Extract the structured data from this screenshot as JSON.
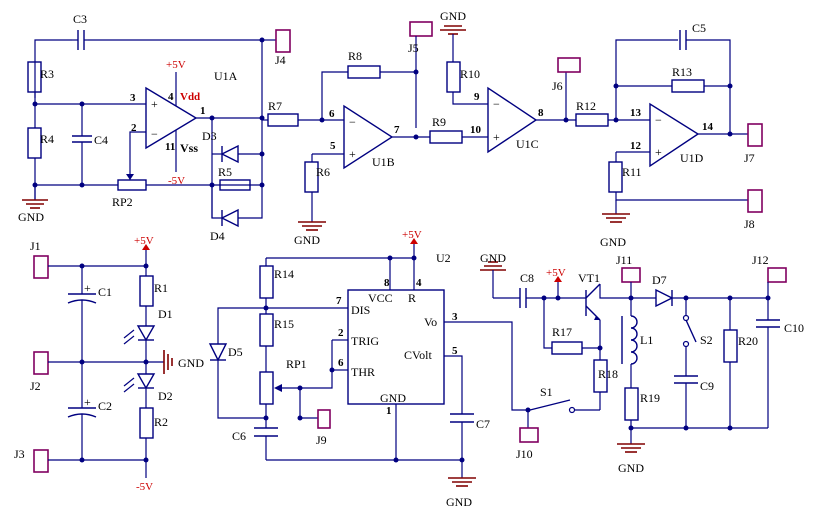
{
  "labels": {
    "C3": "C3",
    "R3": "R3",
    "R4": "R4",
    "C4": "C4",
    "U1A": "U1A",
    "plus5a": "+5V",
    "vdd": "Vdd",
    "vss": "Vss",
    "minus5a": "-5V",
    "D3": "D3",
    "R5": "R5",
    "D4": "D4",
    "RP2": "RP2",
    "R7": "R7",
    "J4": "J4",
    "R8": "R8",
    "J5": "J5",
    "R6": "R6",
    "U1B": "U1B",
    "R9": "R9",
    "R10": "R10",
    "U1C": "U1C",
    "J6": "J6",
    "R12": "R12",
    "C5": "C5",
    "R13": "R13",
    "U1D": "U1D",
    "J7": "J7",
    "R11": "R11",
    "J8": "J8",
    "J1": "J1",
    "J2": "J2",
    "J3": "J3",
    "C1": "C1",
    "C2": "C2",
    "R1": "R1",
    "D1": "D1",
    "D2": "D2",
    "R2": "R2",
    "plus5b": "+5V",
    "minus5b": "-5V",
    "R14": "R14",
    "R15": "R15",
    "D5": "D5",
    "RP1": "RP1",
    "C6": "C6",
    "J9": "J9",
    "U2": "U2",
    "plus5c": "+5V",
    "VCC": "VCC",
    "R": "R",
    "DIS": "DIS",
    "TRIG": "TRIG",
    "THR": "THR",
    "Vo": "Vo",
    "CVolt": "CVolt",
    "GNDpin": "GND",
    "C7": "C7",
    "C8": "C8",
    "plus5d": "+5V",
    "VT1": "VT1",
    "R17": "R17",
    "R18": "R18",
    "S1": "S1",
    "J10": "J10",
    "J11": "J11",
    "L1": "L1",
    "R19": "R19",
    "D7": "D7",
    "S2": "S2",
    "C9": "C9",
    "R20": "R20",
    "J12": "J12",
    "C10": "C10"
  },
  "gnd_labels": {
    "g1": "GND",
    "g2": "GND",
    "g3": "GND",
    "g4": "GND",
    "g5": "GND",
    "g6": "GND",
    "g7": "GND",
    "g8": "GND"
  },
  "pins": {
    "p3a": "3",
    "p2a": "2",
    "p4a": "4",
    "p1a": "1",
    "p11a": "11",
    "p6": "6",
    "p5": "5",
    "p7": "7",
    "p9": "9",
    "p10": "10",
    "p8": "8",
    "p13": "13",
    "p12": "12",
    "p14": "14",
    "p8b": "8",
    "p4b": "4",
    "p7b": "7",
    "p2b": "2",
    "p6b": "6",
    "p3b": "3",
    "p5b": "5",
    "p1b": "1"
  },
  "pol": {
    "c1": "+",
    "c2": "+"
  }
}
